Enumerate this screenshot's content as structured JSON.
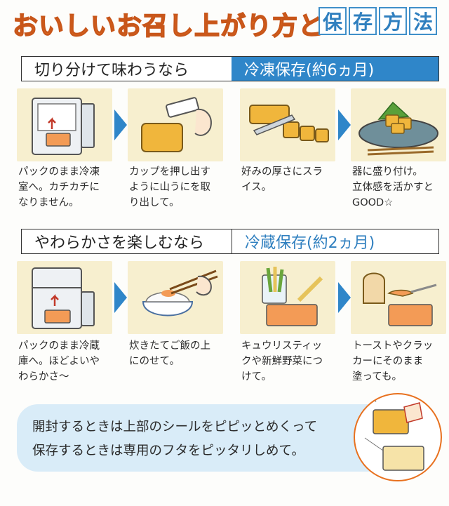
{
  "title": {
    "main": "おいしいお召し上がり方と",
    "boxes": [
      "保",
      "存",
      "方",
      "法"
    ]
  },
  "section1": {
    "left_label": "切り分けて味わうなら",
    "right_label": "冷凍保存(約6ヵ月)",
    "captions": [
      "パックのまま冷凍\n室へ。カチカチに\nなりません。",
      "カップを押し出す\nように山うにを取\nり出して。",
      "好みの厚さにスラ\nイス。",
      "器に盛り付け。\n立体感を活かすと\nGOOD☆"
    ]
  },
  "section2": {
    "left_label": "やわらかさを楽しむなら",
    "right_label": "冷蔵保存(約2ヵ月)",
    "captions": [
      "パックのまま冷蔵\n庫へ。ほどよいや\nわらかさ～",
      "炊きたてご飯の上\nにのせて。",
      "キュウリスティッ\nクや新鮮野菜につ\nけて。",
      "トーストやクラッ\nカーにそのまま\n塗っても。"
    ]
  },
  "note": {
    "line1": "開封するときは上部のシールをピピッとめくって",
    "line2": "保存するときは専用のフタをピッタリしめて。"
  },
  "colors": {
    "title_orange": "#e8711f",
    "accent_blue": "#2f86c9",
    "panel_cream": "#f7efcf",
    "note_blue": "#d9ecf8"
  }
}
